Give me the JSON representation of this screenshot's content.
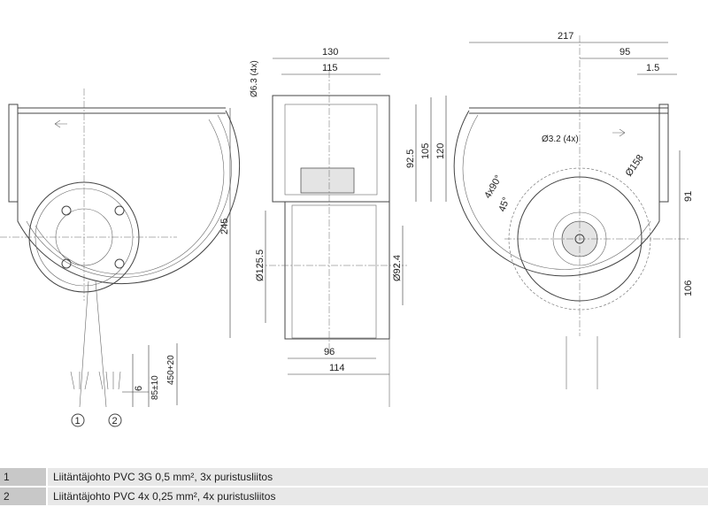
{
  "dimensions": {
    "width_130": "130",
    "width_115": "115",
    "hole_d63": "Ø6.3 (4x)",
    "h_925": "92.5",
    "h_105": "105",
    "h_120": "120",
    "h_245": "245",
    "d_1255": "Ø125.5",
    "d_924": "Ø92.4",
    "w_96": "96",
    "w_114": "114",
    "w_217": "217",
    "w_95": "95",
    "w_15": "1.5",
    "hole_d32": "Ø3.2 (4x)",
    "d_158": "Ø158",
    "angle_4x90": "4x90°",
    "angle_45": "45°",
    "h_91": "91",
    "h_106": "106",
    "cable_6": "6",
    "cable_85": "85±10",
    "cable_450": "450+20"
  },
  "callouts": [
    "1",
    "2"
  ],
  "legend": [
    {
      "num": "1",
      "text": "Liitäntäjohto PVC 3G 0,5 mm², 3x puristusliitos"
    },
    {
      "num": "2",
      "text": "Liitäntäjohto PVC 4x 0,25 mm², 4x puristusliitos"
    }
  ]
}
